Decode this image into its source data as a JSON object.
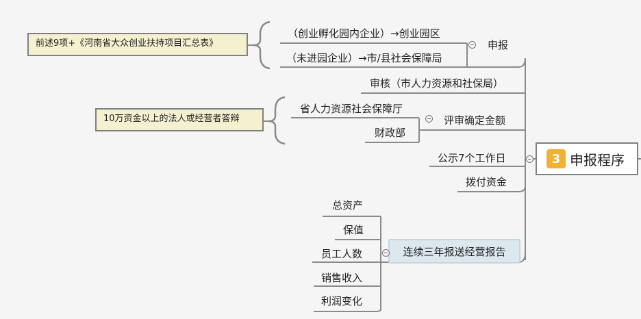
{
  "root": {
    "badge": "3",
    "title": "申报程序"
  },
  "nodes": {
    "apply": "申报",
    "apply_child_1": "（创业孵化园内企业）→创业园区",
    "apply_child_2": "（未进园企业）→市/县社会保障局",
    "review": "审核（市人力资源和社保局）",
    "evaluate": "评审确定金额",
    "evaluate_child_1": "省人力资源社会保障厅",
    "evaluate_child_2": "财政部",
    "publicity": "公示7个工作日",
    "allocate": "拨付资金",
    "report": "连续三年报送经营报告",
    "report_items": [
      "总资产",
      "保值",
      "员工人数",
      "销售收入",
      "利润变化"
    ]
  },
  "notes": {
    "apply_note": "前述9项+《河南省大众创业扶持项目汇总表》",
    "evaluate_note": "10万资金以上的法人或经营者答辩"
  },
  "colors": {
    "badge": "#f2b132",
    "note_bg": "#f4f0d0",
    "report_bg": "#dce7ee",
    "line": "#808080"
  }
}
